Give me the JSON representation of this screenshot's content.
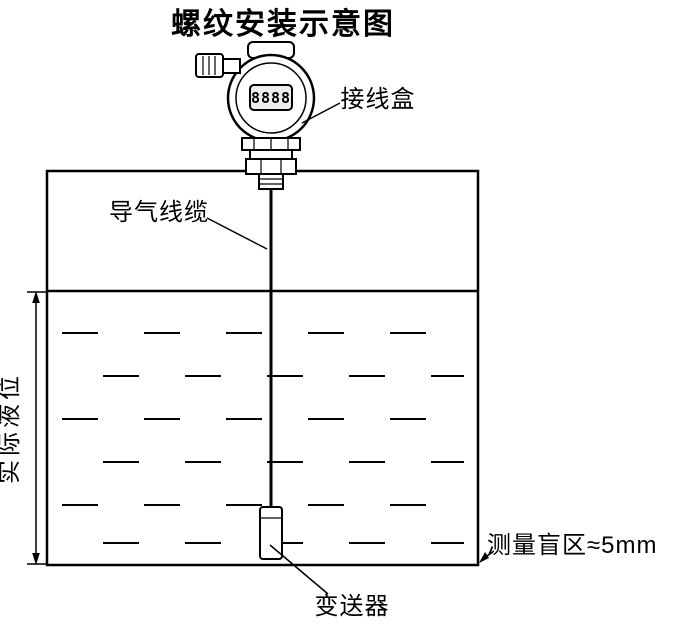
{
  "title": "螺纹安装示意图",
  "device": {
    "display_digits": "8888"
  },
  "labels": {
    "junction_box": "接线盒",
    "air_cable": "导气线缆",
    "actual_level": "实际液位",
    "blind_zone": "测量盲区≈5mm",
    "transmitter": "变送器"
  },
  "colors": {
    "line": "#000000",
    "background": "#ffffff",
    "display_fill": "#ededed"
  }
}
